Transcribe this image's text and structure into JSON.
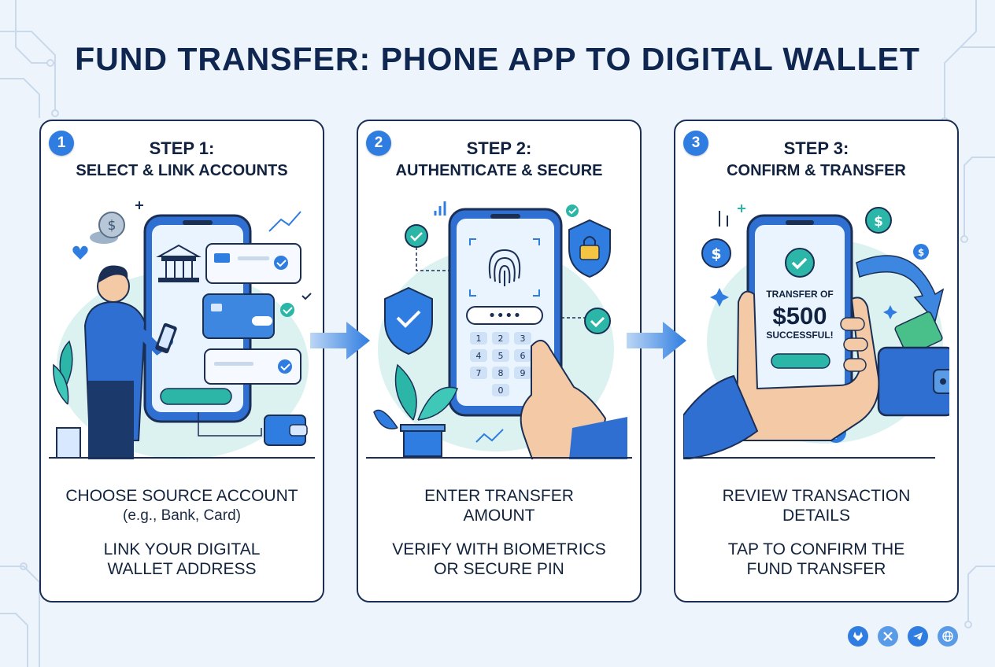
{
  "title": "FUND TRANSFER: PHONE APP TO DIGITAL WALLET",
  "steps": [
    {
      "number": "1",
      "label": "STEP 1:",
      "title": "SELECT & LINK ACCOUNTS",
      "desc1": "CHOOSE SOURCE ACCOUNT",
      "desc1_sub": "(e.g., Bank, Card)",
      "desc2_line1": "LINK YOUR DIGITAL",
      "desc2_line2": "WALLET ADDRESS"
    },
    {
      "number": "2",
      "label": "STEP 2:",
      "title": "AUTHENTICATE & SECURE",
      "desc1_line1": "ENTER TRANSFER",
      "desc1_line2": "AMOUNT",
      "desc2_line1": "VERIFY WITH BIOMETRICS",
      "desc2_line2": "OR SECURE PIN",
      "pin_mask": "••••",
      "keypad": [
        "1",
        "2",
        "3",
        "4",
        "5",
        "6",
        "7",
        "8",
        "9",
        "0"
      ]
    },
    {
      "number": "3",
      "label": "STEP 3:",
      "title": "CONFIRM & TRANSFER",
      "desc1_line1": "REVIEW TRANSACTION",
      "desc1_line2": "DETAILS",
      "desc2_line1": "TAP TO CONFIRM THE",
      "desc2_line2": "FUND TRANSFER",
      "screen_line1": "TRANSFER OF",
      "screen_amount": "$500",
      "screen_line3": "SUCCESSFUL!"
    }
  ],
  "social_icons": [
    "gitlab-icon",
    "x-icon",
    "telegram-icon",
    "globe-icon"
  ],
  "colors": {
    "accent": "#2f7de1",
    "dark": "#1b2f55",
    "teal": "#2bb6a8",
    "background": "#eef4fb"
  }
}
